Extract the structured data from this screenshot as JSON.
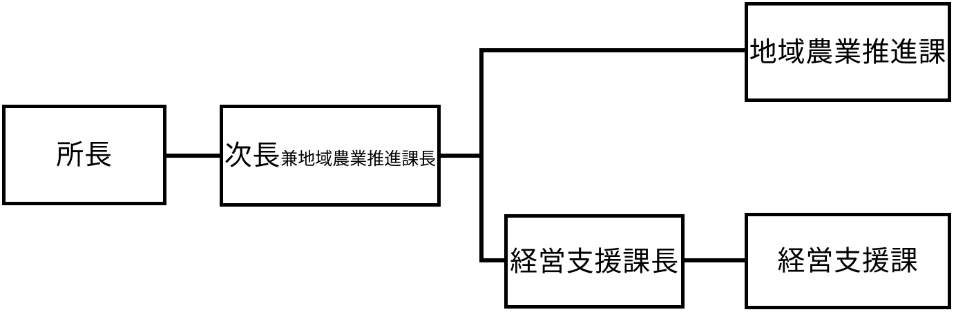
{
  "diagram": {
    "type": "organization-chart",
    "orientation": "left-to-right",
    "background_color": "#ffffff",
    "line_color": "#000000",
    "text_color": "#000000",
    "nodes": [
      {
        "id": "director",
        "label": "所長",
        "label_main": "所長",
        "label_sub": ""
      },
      {
        "id": "deputy",
        "label": "次長兼地域農業推進課長",
        "label_main": "次長",
        "label_sub": "兼地域農業推進課長"
      },
      {
        "id": "agri_division",
        "label": "地域農業推進課",
        "label_main": "地域農業推進課",
        "label_sub": ""
      },
      {
        "id": "support_chief",
        "label": "経営支援課長",
        "label_main": "経営支援課長",
        "label_sub": ""
      },
      {
        "id": "support_division",
        "label": "経営支援課",
        "label_main": "経営支援課",
        "label_sub": ""
      }
    ],
    "edges": [
      {
        "id": "director-deputy",
        "from": "director",
        "to": "deputy"
      },
      {
        "id": "deputy-trunk",
        "from": "deputy",
        "to": "branch-trunk"
      },
      {
        "id": "trunk-agri",
        "from": "branch-trunk",
        "to": "agri_division"
      },
      {
        "id": "trunk-support",
        "from": "branch-trunk",
        "to": "support_chief"
      },
      {
        "id": "chief-division",
        "from": "support_chief",
        "to": "support_division"
      }
    ]
  }
}
